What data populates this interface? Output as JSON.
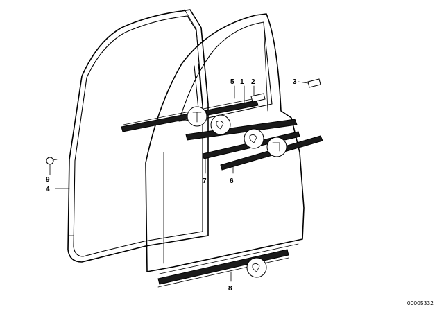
{
  "diagram": {
    "part_numbers": {
      "p1": "1",
      "p2": "2",
      "p3": "3",
      "p4": "4",
      "p5": "5",
      "p6": "6",
      "p7": "7",
      "p8": "8",
      "p9": "9"
    },
    "image_code": "00005332"
  }
}
